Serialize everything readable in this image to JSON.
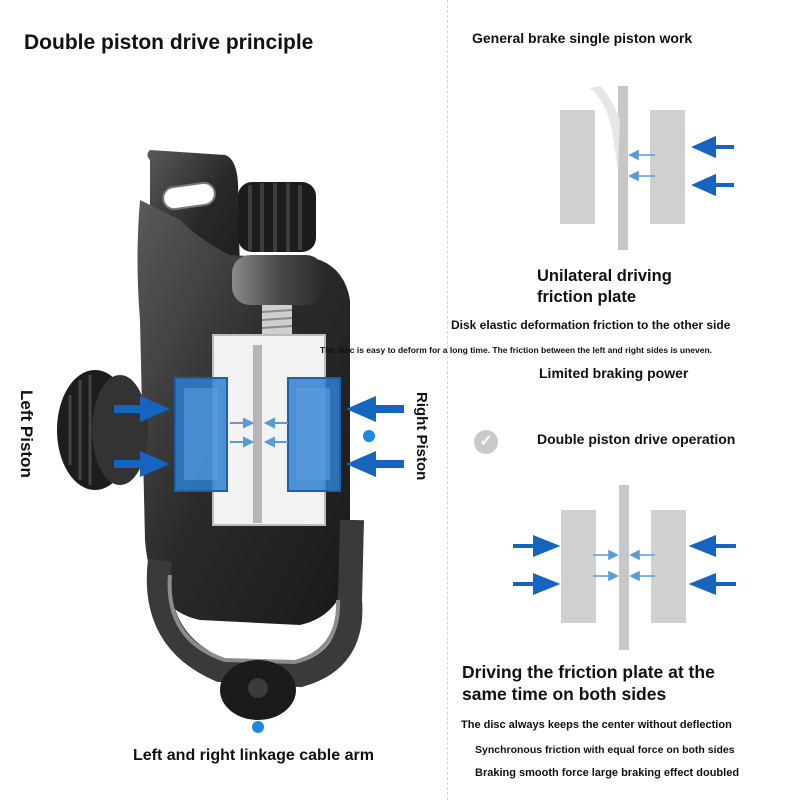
{
  "heading": "Double piston drive principle",
  "general": {
    "title": "General brake single piston work",
    "subtitle_line1": "Unilateral driving",
    "subtitle_line2": "friction plate",
    "note1": "Disk elastic deformation friction to the other side",
    "note2": "The disc is easy to deform for a long time. The friction between the left and right sides is uneven.",
    "note3": "Limited braking power"
  },
  "double": {
    "title": "Double piston drive operation",
    "subtitle_line1": "Driving the friction plate at the",
    "subtitle_line2": "same time on both sides",
    "note1": "The disc always keeps the center without deflection",
    "note2": "Synchronous friction with equal force on both sides",
    "note3": "Braking smooth force large braking effect doubled"
  },
  "labels": {
    "left_piston": "Left Piston",
    "right_piston": "Right Piston",
    "linkage": "Left and right linkage cable arm",
    "check_icon": "✓"
  },
  "colors": {
    "arrow_blue": "#1565c0",
    "light_arrow": "#5b9bd5",
    "pad_gray": "#d0d0d0",
    "disc_gray": "#bdbdbd",
    "piston_blue": "#2f7fd0",
    "caliper_dark": "#2b2b2b"
  }
}
